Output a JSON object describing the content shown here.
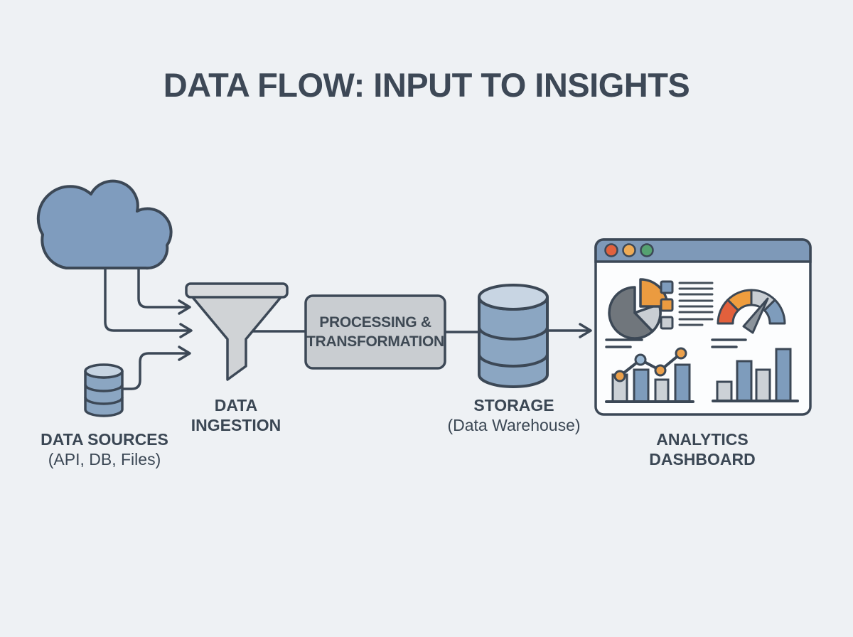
{
  "title": "DATA FLOW: INPUT TO INSIGHTS",
  "nodes": {
    "sources": {
      "label": "DATA SOURCES",
      "sublabel": "(API, DB, Files)"
    },
    "ingestion": {
      "label": "DATA INGESTION"
    },
    "processing": {
      "label": "PROCESSING & TRANSFORMATION"
    },
    "storage": {
      "label": "STORAGE",
      "sublabel": "(Data Warehouse)"
    },
    "analytics": {
      "label": "ANALYTICS DASHBOARD"
    }
  },
  "icons": {
    "sources": [
      "cloud-icon",
      "database-cylinder-icon"
    ],
    "ingestion": "funnel-icon",
    "storage": "database-cylinder-icon",
    "analytics": "browser-window-icon"
  },
  "dashboard": {
    "window_controls": [
      "close-dot",
      "minimize-dot",
      "maximize-dot"
    ],
    "widgets": [
      "pie-chart",
      "checklist",
      "gauge",
      "line-bar-combo-chart",
      "bar-chart"
    ]
  },
  "colors": {
    "background": "#eef1f4",
    "outline": "#3c4856",
    "text": "#3b4754",
    "blue": "#7e9cbc",
    "blue_light": "#c8d5e3",
    "gray_fill": "#cdd1d5",
    "gray_dark": "#70767c",
    "orange": "#eb9b40",
    "red_orange": "#e2603c",
    "green": "#55a271",
    "titlebar_blue": "#7e99b8",
    "window_bg": "#fcfdfe"
  }
}
